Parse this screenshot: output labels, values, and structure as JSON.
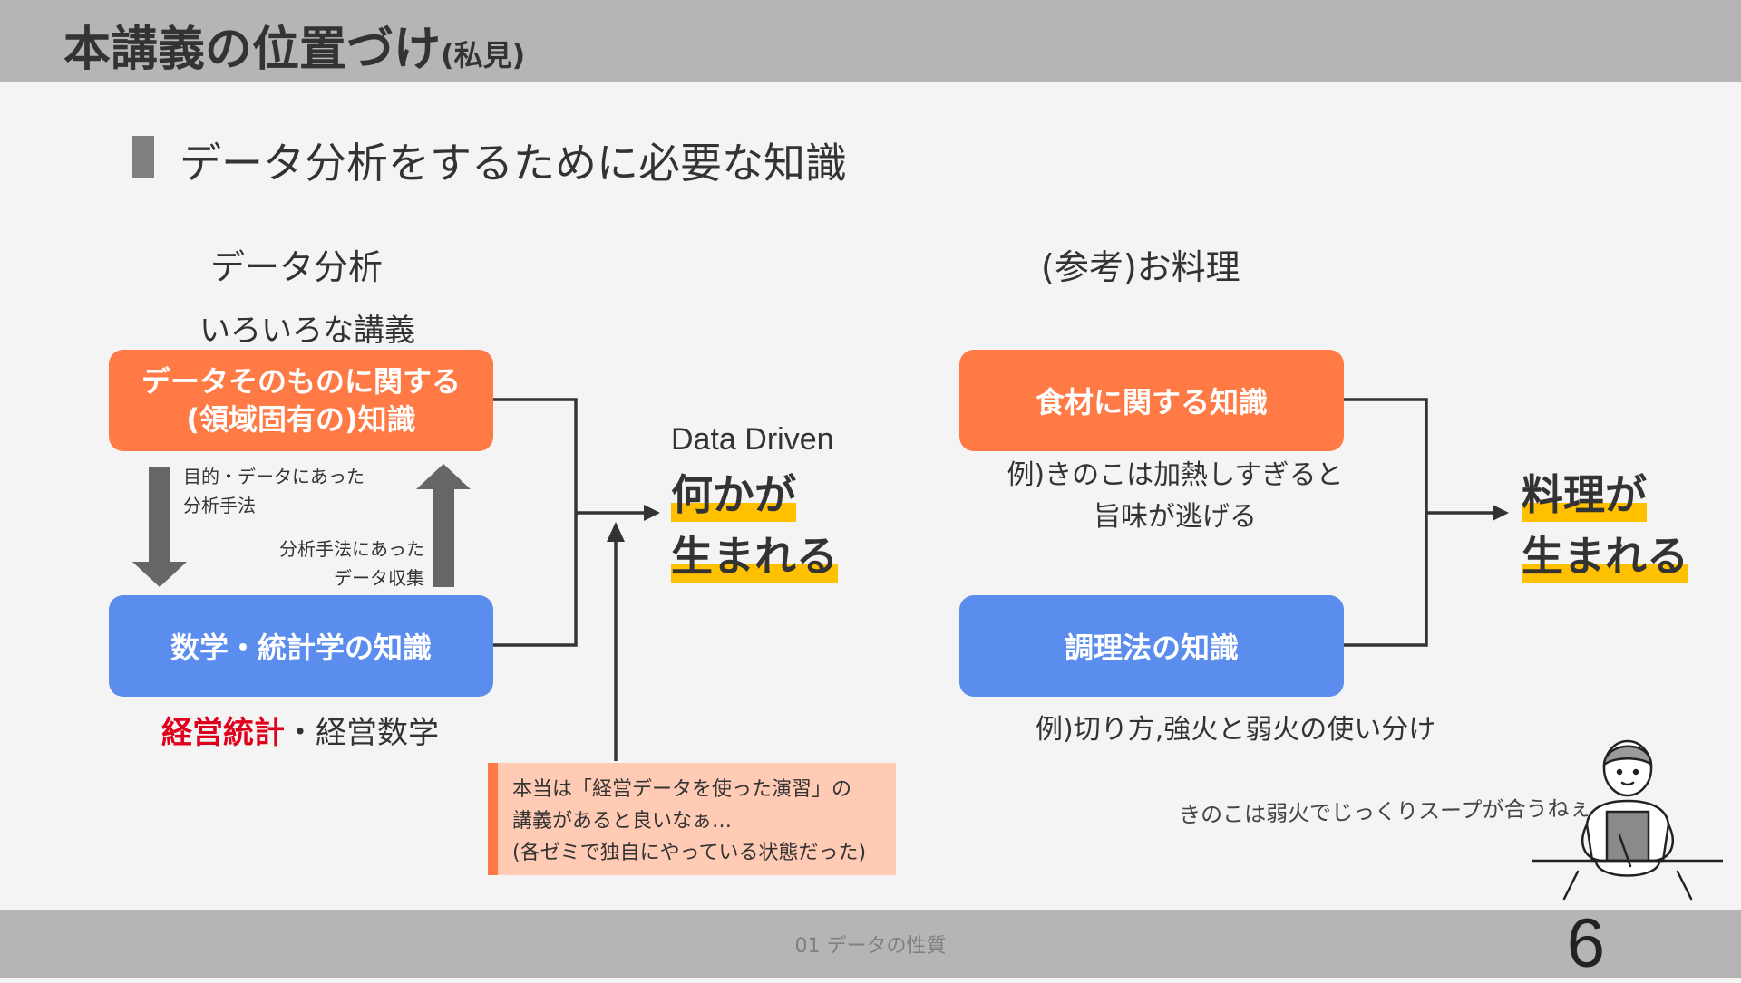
{
  "header": {
    "title": "本講義の位置づけ",
    "title_suffix": "(私見)"
  },
  "subtitle": "データ分析をするために必要な知識",
  "left": {
    "heading": "データ分析",
    "caption": "いろいろな講義",
    "domain_box": {
      "line1": "データそのものに関する",
      "line2": "(領域固有の)知識"
    },
    "math_box": "数学・統計学の知識",
    "down_arrow_label": {
      "line1": "目的・データにあった",
      "line2": "分析手法"
    },
    "up_arrow_label": {
      "line1": "分析手法にあった",
      "line2": "データ収集"
    },
    "courses": {
      "highlight": "経営統計",
      "rest": "・経営数学"
    }
  },
  "result_left": {
    "label": "Data Driven",
    "line1": "何かが",
    "line2": "生まれる"
  },
  "note": {
    "line1": "本当は「経営データを使った演習」の",
    "line2": "講義があると良いなぁ…",
    "line3": "(各ゼミで独自にやっている状態だった)"
  },
  "right": {
    "heading": "(参考)お料理",
    "ingredient_box": "食材に関する知識",
    "ingredient_example": {
      "line1": "例)きのこは加熱しすぎると",
      "line2": "旨味が逃げる"
    },
    "cooking_box": "調理法の知識",
    "cooking_example": "例)切り方,強火と弱火の使い分け"
  },
  "result_right": {
    "line1": "料理が",
    "line2": "生まれる"
  },
  "handwriting": "きのこは弱火でじっくりスープが合うねぇ",
  "footer": {
    "section": "01 データの性質",
    "page": "6"
  },
  "colors": {
    "orange": "#ff7a45",
    "blue": "#5b8def",
    "highlight": "#ffc000",
    "red": "#e0001b",
    "bar": "#b5b5b5"
  }
}
